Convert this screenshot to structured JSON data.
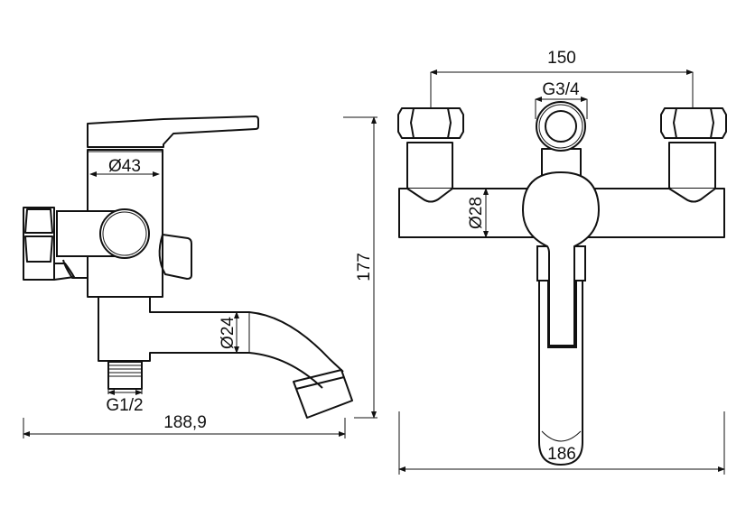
{
  "side_view": {
    "dimensions": {
      "body_diameter": "Ø43",
      "spout_diameter": "Ø24",
      "inlet_thread": "G1/2",
      "overall_length": "188,9",
      "overall_height": "177"
    }
  },
  "front_view": {
    "dimensions": {
      "inlet_spacing": "150",
      "outlet_thread": "G3/4",
      "bar_diameter": "Ø28",
      "overall_width": "186"
    }
  },
  "colors": {
    "line": "#111111",
    "background": "#ffffff"
  }
}
